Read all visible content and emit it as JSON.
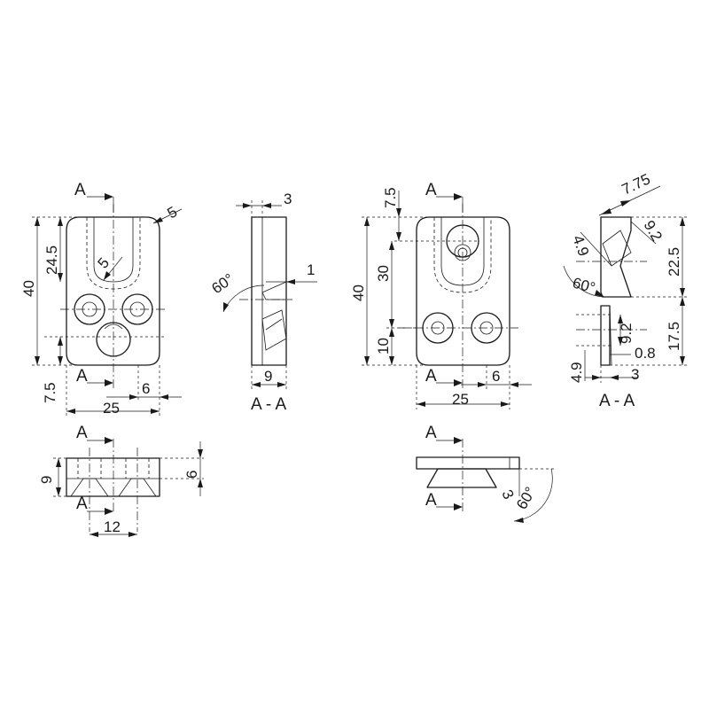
{
  "section_marker": "A",
  "section_title": "A - A",
  "part1": {
    "front": {
      "height": "40",
      "slot_length": "24.5",
      "corner_radius": "5",
      "slot_radius": "5",
      "bottom_offset": "7.5",
      "edge_offset": "6",
      "width": "25"
    },
    "side": {
      "thickness": "3",
      "step": "1",
      "angle": "60°",
      "depth": "9"
    },
    "bottom": {
      "height": "9",
      "inner_height": "6",
      "hole_spacing": "12"
    }
  },
  "part2": {
    "front": {
      "height": "40",
      "top_offset": "7.5",
      "slot_length": "30",
      "bottom_offset": "10",
      "edge_offset": "6",
      "width": "25"
    },
    "side": {
      "top_width": "7.75",
      "chamfer_1": "4.9",
      "chamfer_2": "9.2",
      "angle": "60°",
      "upper_height": "22.5",
      "hole_dia": "9.2",
      "gap": "0.8",
      "lower_height": "17.5",
      "base_offset": "4.9",
      "thickness": "3"
    },
    "bottom": {
      "step": "3",
      "angle": "60°"
    }
  }
}
